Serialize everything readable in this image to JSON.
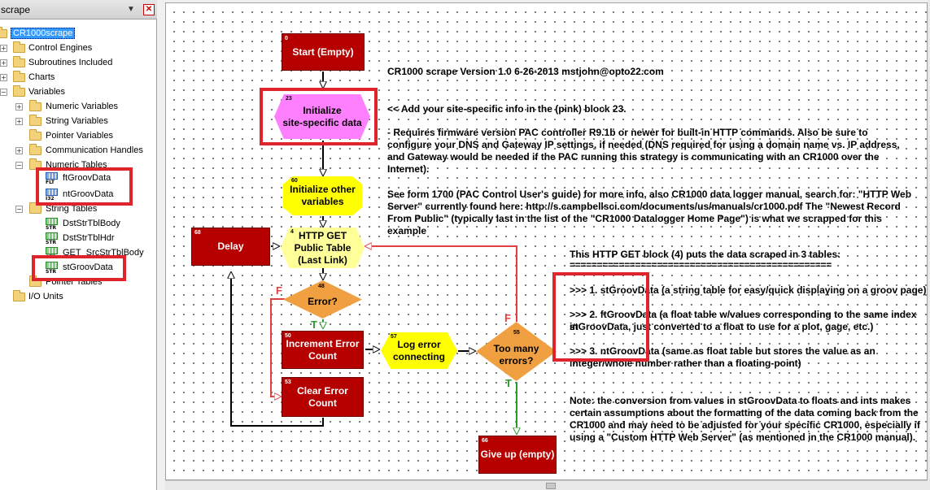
{
  "panel": {
    "title": "scrape",
    "pin_icon": "▼",
    "close_icon": "✕"
  },
  "tree": {
    "root": "CR1000scrape",
    "control_engines": "Control Engines",
    "subroutines": "Subroutines Included",
    "charts": "Charts",
    "variables": "Variables",
    "numeric_variables": "Numeric Variables",
    "string_variables": "String Variables",
    "pointer_variables": "Pointer Variables",
    "communication_handles": "Communication Handles",
    "numeric_tables": "Numeric Tables",
    "ft_groov_data": "ftGroovData",
    "nt_groov_data": "ntGroovData",
    "string_tables": "String Tables",
    "dst_str_tbl_body": "DstStrTblBody",
    "dst_str_tbl_hdr": "DstStrTblHdr",
    "get_src_str_tbl_body": "GET_SrcStrTblBody",
    "st_groov_data": "stGroovData",
    "pointer_tables": "Pointer Tables",
    "io_units": "I/O Units",
    "tag_float": "FLT",
    "tag_int": "I32",
    "tag_str": "STR"
  },
  "flow": {
    "start": {
      "num": "0",
      "label": "Start (Empty)"
    },
    "init_site": {
      "num": "23",
      "label1": "Initialize",
      "label2": "site-specific data"
    },
    "init_other": {
      "num": "60",
      "label1": "Initialize other",
      "label2": "variables"
    },
    "http_get": {
      "num": "4",
      "label1": "HTTP GET",
      "label2": "Public Table",
      "label3": "(Last Link)"
    },
    "delay": {
      "num": "68",
      "label": "Delay"
    },
    "error_q": {
      "num": "48",
      "label": "Error?"
    },
    "inc_err": {
      "num": "50",
      "label1": "Increment Error",
      "label2": "Count"
    },
    "clear_err": {
      "num": "53",
      "label1": "Clear Error",
      "label2": "Count"
    },
    "log_err": {
      "num": "57",
      "label1": "Log error",
      "label2": "connecting"
    },
    "too_many": {
      "num": "55",
      "label1": "Too many",
      "label2": "errors?"
    },
    "give_up": {
      "num": "66",
      "label": "Give up (empty)"
    },
    "true_label": "T",
    "false_label": "F"
  },
  "notes": {
    "title": "CR1000 scrape Version 1.0 6-26-2013 mstjohn@opto22.com",
    "add_info": "<< Add your site-specific info in the (pink) block 23.",
    "req1": "- Requires firmware version PAC controller R9.1b or newer for built-in HTTP commands. Also be sure to",
    "req2": "configure your DNS and Gateway IP settings, if needed (DNS required for using a domain name vs. IP address,",
    "req3": "and Gateway would be needed if the PAC running this strategy is communicating with an CR1000 over the",
    "req4": "Internet).",
    "see1": "See form 1700 (PAC Control User's guide) for more info, also CR1000 data logger manual, search for: \"HTTP Web",
    "see2": "Server\" currently found here: http://s.campbellsci.com/documents/us/manuals/cr1000.pdf  The \"Newest Record",
    "see3": "From Public\" (typically last in the list of the \"CR1000 Datalogger Home Page\") is what we scrapped for this",
    "see4": "example",
    "http1": "This HTTP GET block (4) puts the data scraped in 3 tables:",
    "http2": "================================================",
    "item1": ">>> 1. stGroovData (a string table for easy/quick displaying on a groov page)",
    "item2a": ">>> 2. ftGroovData (a float table w/values corresponding to the same index in",
    "item2b": "stGroovData, just converted to a float to use for a plot, gage, etc.)",
    "item3a": ">>> 3. ntGroovData (same as float table but stores the value as an",
    "item3b": "integer/whole number rather than a floating-point)",
    "note1": "Note: the conversion from values in stGroovData to floats and ints makes",
    "note2": "certain assumptions about the formatting of the data coming back from the",
    "note3": "CR1000 and may need to be adjusted for your specific CR1000, especially if",
    "note4": "using a \"Custom HTTP Web Server\" (as mentioned in the CR1000 manual)."
  },
  "colors": {
    "highlight": "#e0242c",
    "action_block": "#b60000",
    "condition": "#f0a040",
    "oia": "#ffff00",
    "site_block": "#ff80ff",
    "true_arrow": "#2a9a2a",
    "false_arrow": "#e04040"
  }
}
